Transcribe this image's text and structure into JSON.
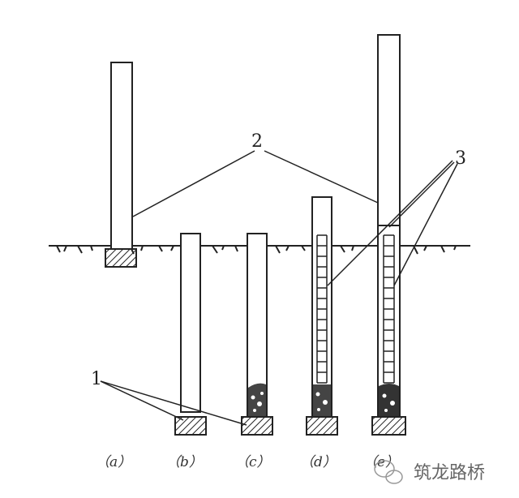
{
  "diagram": {
    "callouts": {
      "one": "1",
      "two": "2",
      "three": "3"
    },
    "captions": [
      "（a）",
      "（b）",
      "（c）",
      "（d）",
      "（e）"
    ]
  },
  "watermark": {
    "text": "筑龙路桥",
    "icon": "wechat-icon"
  }
}
